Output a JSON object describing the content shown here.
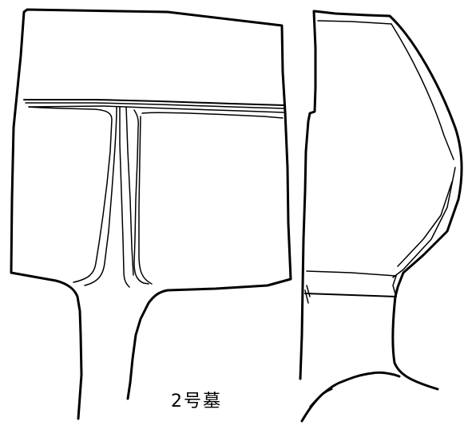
{
  "figure": {
    "caption": "2号墓",
    "views": [
      {
        "id": "front",
        "description_icon": "stone-front-view"
      },
      {
        "id": "side",
        "description_icon": "stone-side-view"
      }
    ],
    "line_color": "#000000",
    "background_color": "#ffffff"
  }
}
